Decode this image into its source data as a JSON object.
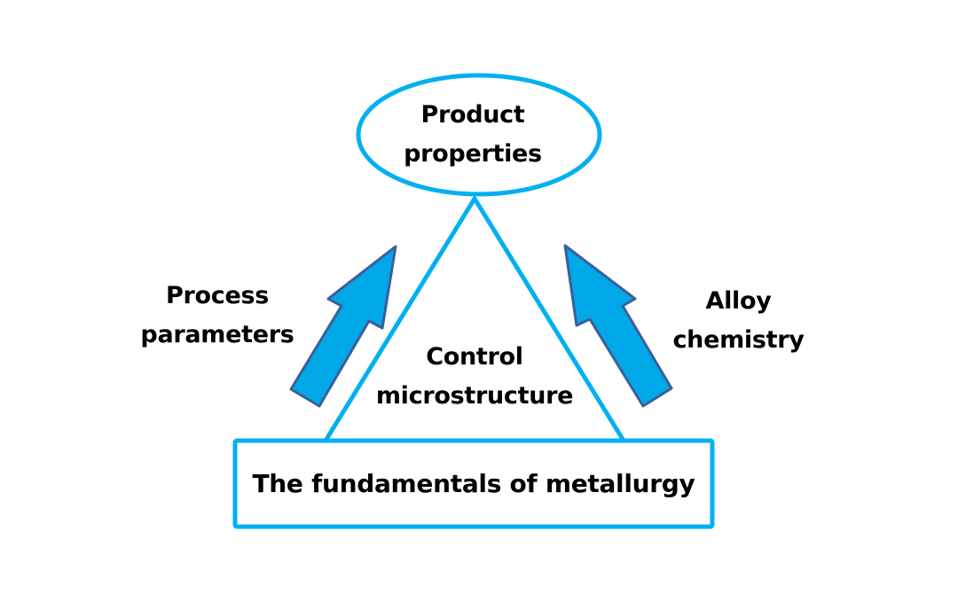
{
  "colors": {
    "outline": "#00b0f0",
    "arrow_fill": "#00a8e8",
    "arrow_stroke": "#3b5f9a",
    "text": "#000000",
    "background": "#ffffff"
  },
  "nodes": {
    "top": {
      "shape": "ellipse",
      "lines": [
        "Product",
        "properties"
      ]
    },
    "center": {
      "shape": "triangle",
      "lines": [
        "Control",
        "microstructure"
      ]
    },
    "bottom": {
      "shape": "rectangle",
      "text": "The fundamentals of metallurgy"
    }
  },
  "inputs": {
    "left": {
      "icon": "arrow-up-right-icon",
      "lines": [
        "Process",
        "parameters"
      ]
    },
    "right": {
      "icon": "arrow-up-left-icon",
      "lines": [
        "Alloy",
        "chemistry"
      ]
    }
  }
}
